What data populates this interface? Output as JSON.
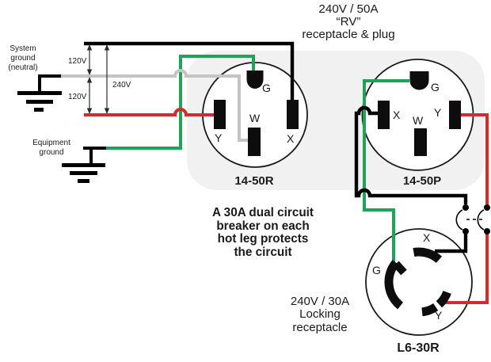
{
  "labels": {
    "rv_title": {
      "line1": "240V / 50A",
      "line2": "“RV”",
      "line3": "receptacle & plug"
    },
    "breaker_note": {
      "line1": "A 30A dual circuit",
      "line2": "breaker on each",
      "line3": "hot leg protects",
      "line4": "the circuit"
    },
    "locking_title": {
      "line1": "240V / 30A",
      "line2": "Locking",
      "line3": "receptacle"
    },
    "system_ground": {
      "line1": "System",
      "line2": "ground",
      "line3": "(neutral)"
    },
    "equipment_ground": {
      "line1": "Equipment",
      "line2": "ground"
    },
    "v120_upper": "120V",
    "v120_lower": "120V",
    "v240": "240V"
  },
  "connectors": {
    "r1450": {
      "name": "14-50R",
      "g": "G",
      "w": "W",
      "x": "X",
      "y": "Y"
    },
    "p1450": {
      "name": "14-50P",
      "g": "G",
      "w": "W",
      "x": "X",
      "y": "Y"
    },
    "l630r": {
      "name": "L6-30R",
      "g": "G",
      "x": "X",
      "y": "Y"
    }
  },
  "colors": {
    "wire_black": "#000000",
    "wire_neutral": "#c4c4c4",
    "wire_red": "#d22c2c",
    "wire_green": "#21a258",
    "panel": "#f1f1f1",
    "outline": "#1a1a1a"
  }
}
